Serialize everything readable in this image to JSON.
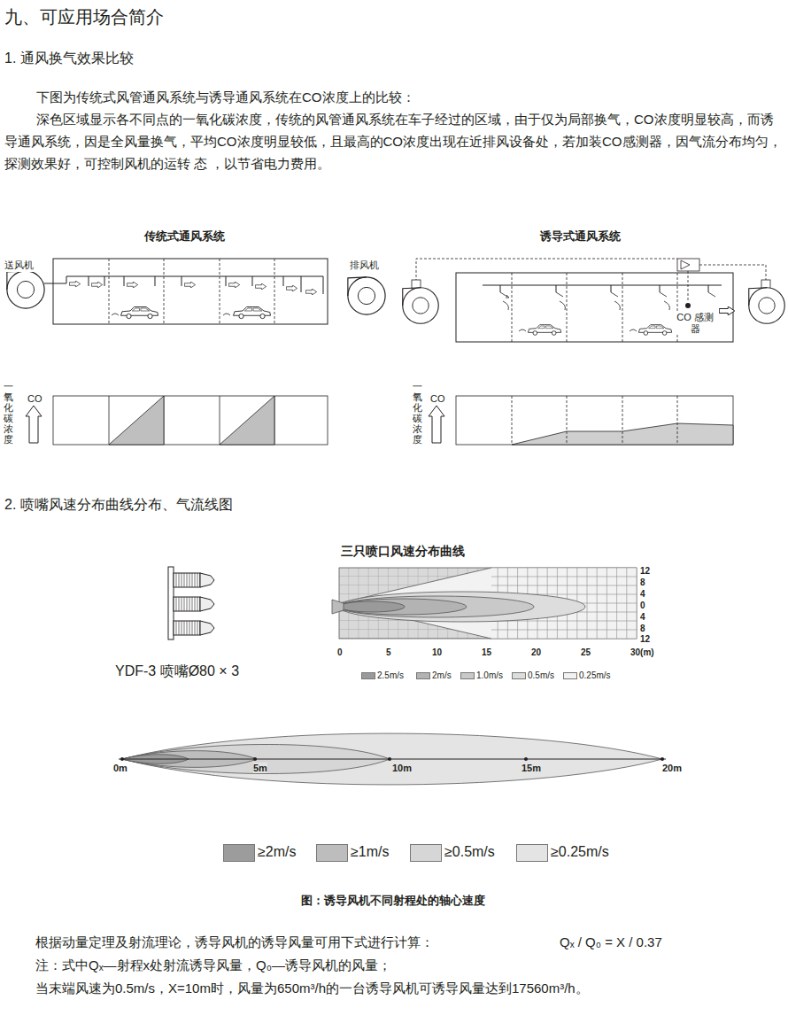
{
  "diagram": {
    "title": "九、可应用场合简介",
    "caption": "图：诱导风机不同射程处的轴心速度",
    "labels": [
      "1. 通风换气效果比较",
      "下图为传统式风管通风系统与诱导通风系统在CO浓度上的比较：",
      "深色区域显示各不同点的一氧化碳浓度，传统的风管通风系统在车子经过的区域，由于仅为局部换气，CO浓度明显较高，而诱导通风系统，因是全风量换气，平均CO浓度明显较低，且最高的CO浓度出现在近排风设备处，若加装CO感测器，因气流分布均匀，探测效果好，可控制风机的运转 态 ，以节省电力费用。",
      "传统式通风系统",
      "送风机",
      "排风机",
      "诱导式通风系统",
      "CO 感测器",
      "CO",
      "一氧化碳浓度",
      "CO",
      "一氧化碳浓度",
      "2. 喷嘴风速分布曲线分布、气流线图",
      "YDF-3 喷嘴Ø80 × 3",
      "三只喷口风速分布曲线",
      "12",
      "8",
      "4",
      "0",
      "4",
      "8",
      "12",
      "0",
      "5",
      "10",
      "15",
      "20",
      "25",
      "30(m)",
      "0m",
      "5m",
      "10m",
      "15m",
      "20m",
      "根据动量定理及射流理论，诱导风机的诱导风量可用下式进行计算：",
      "Qₓ / Q₀ = X / 0.37",
      "注：式中Qₓ—射程x处射流诱导风量，Q₀—诱导风机的风量；",
      "当末端风速为0.5m/s，X=10m时，风量为650m³/h的一台诱导风机可诱导风量达到17560m³/h。"
    ],
    "legend": [
      {
        "text": "2.5m/s",
        "color": "#9a9a9a"
      },
      {
        "text": "2m/s",
        "color": "#b3b3b3"
      },
      {
        "text": "1.0m/s",
        "color": "#c9c9c9"
      },
      {
        "text": "0.5m/s",
        "color": "#dddddd"
      },
      {
        "text": "0.25m/s",
        "color": "#f2f2f2"
      },
      {
        "text": "≥2m/s",
        "color": "#9c9c9c"
      },
      {
        "text": "≥1m/s",
        "color": "#bdbdbd"
      },
      {
        "text": "≥0.5m/s",
        "color": "#d6d6d6"
      },
      {
        "text": "≥0.25m/s",
        "color": "#e4e4e4"
      }
    ]
  }
}
